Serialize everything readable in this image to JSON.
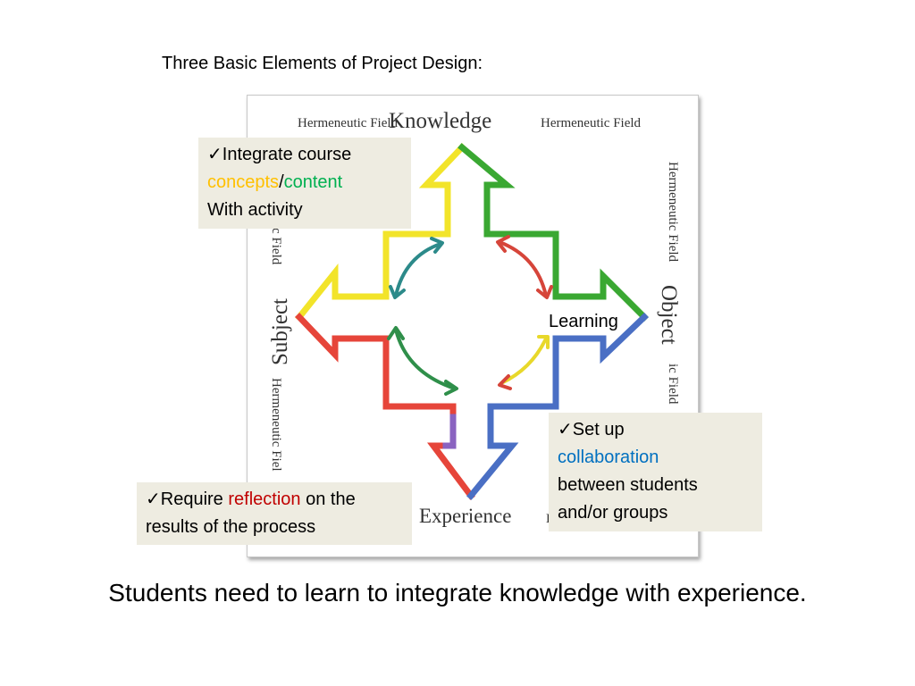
{
  "title": "Three Basic Elements of Project Design:",
  "diagram": {
    "top_left_field": "Hermeneutic Field",
    "top_right_field": "Hermeneutic Field",
    "right_upper_field": "Hermeneutic Field",
    "right_lower_field": "ic Field",
    "left_upper_field": "c Field",
    "left_lower_field": "Hermeneutic Fiel",
    "bottom_right_field": "H",
    "knowledge": "Knowledge",
    "object": "Object",
    "subject": "Subject",
    "experience": "Experience",
    "learning": "Learning",
    "colors": {
      "yellow": "#f2e42a",
      "green": "#3aa832",
      "red": "#e6453a",
      "blue": "#4a6fc4",
      "purple": "#8a63c0",
      "teal": "#2c8a8a"
    }
  },
  "callouts": {
    "integrate": {
      "check": "✓",
      "line1": "Integrate course",
      "concepts": "concepts",
      "slash": "/",
      "content": "content",
      "line3": "With activity",
      "concepts_color": "#ffc000",
      "content_color": "#00b050"
    },
    "collaboration": {
      "check": "✓",
      "line1": "Set up",
      "highlight": "collaboration",
      "line3": "between students",
      "line4": "and/or groups",
      "highlight_color": "#0070c0"
    },
    "reflection": {
      "check": "✓",
      "pre": "Require ",
      "highlight": "reflection",
      "post": " on the",
      "line2": "results of the process",
      "highlight_color": "#c00000"
    }
  },
  "caption": "Students need to learn to integrate knowledge with experience."
}
